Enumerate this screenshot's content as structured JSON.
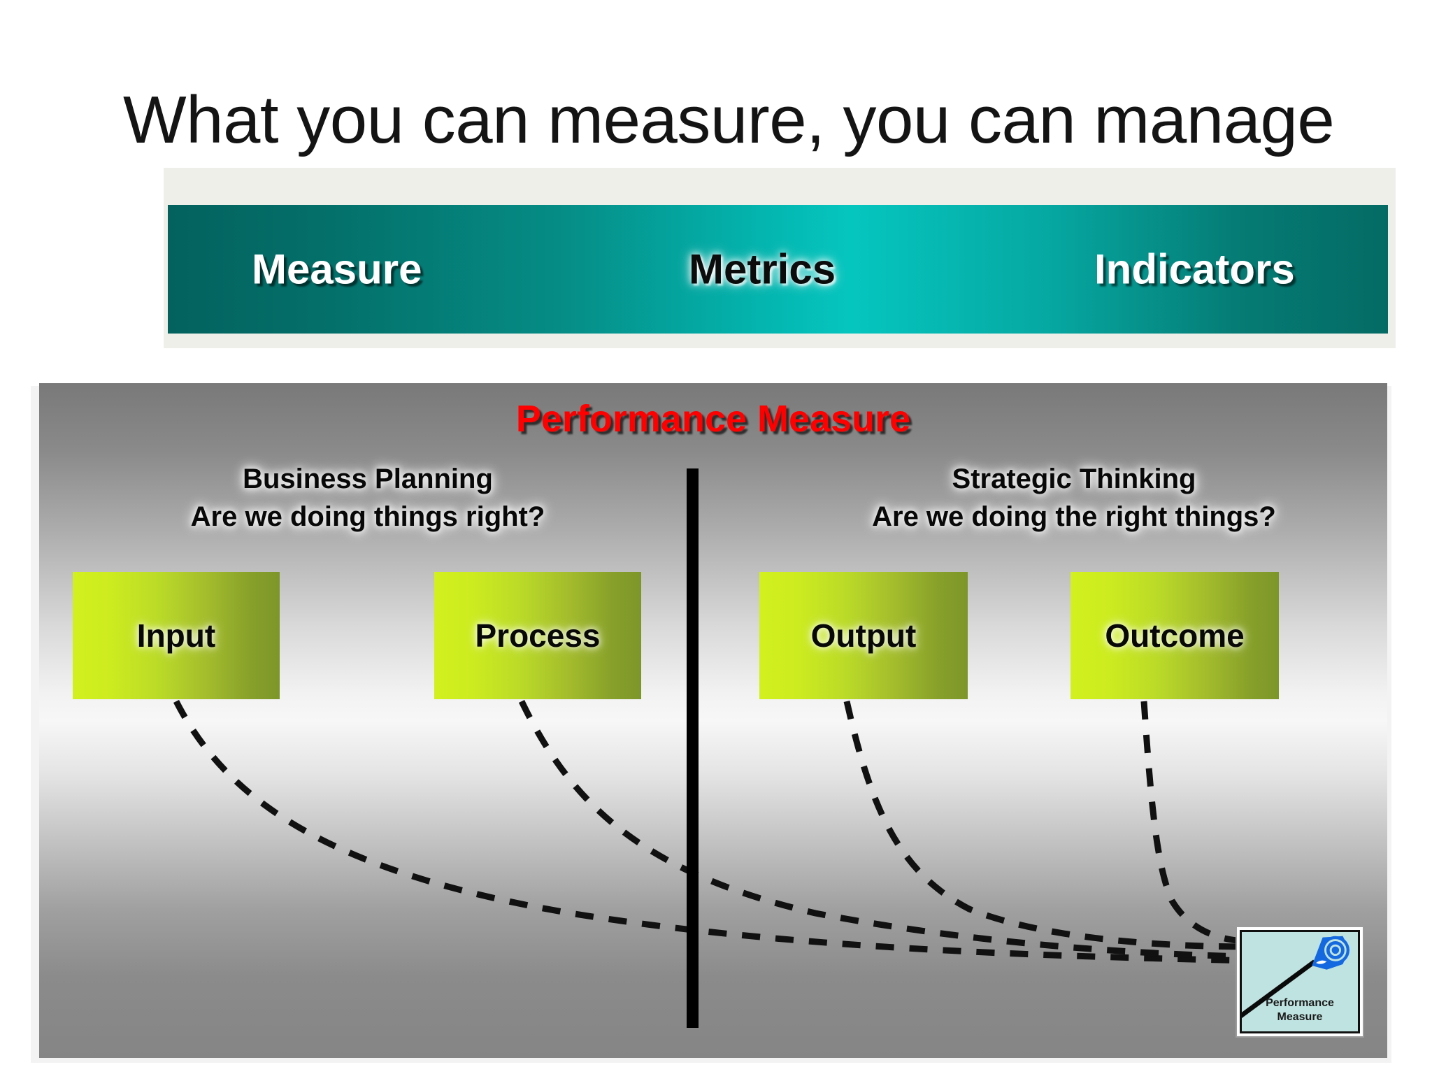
{
  "slide": {
    "title": "What you can measure, you can manage"
  },
  "banner": {
    "labels": [
      {
        "text": "Measure",
        "style": "light"
      },
      {
        "text": "Metrics",
        "style": "dark"
      },
      {
        "text": "Indicators",
        "style": "light"
      }
    ],
    "gradient_from": "#03625e",
    "gradient_mid": "#05c6bf",
    "gradient_to": "#046b64"
  },
  "panel": {
    "heading": "Performance Measure",
    "heading_color": "#ff0000",
    "columns": [
      {
        "title": "Business Planning",
        "question": "Are we doing things right?"
      },
      {
        "title": "Strategic Thinking",
        "question": "Are we doing the right things?"
      }
    ],
    "boxes": [
      {
        "label": "Input"
      },
      {
        "label": "Process"
      },
      {
        "label": "Output"
      },
      {
        "label": "Outcome"
      }
    ],
    "box_color_light": "#d2f01e",
    "box_color_dark": "#7d9629"
  },
  "clipart": {
    "caption_line1": "Performance",
    "caption_line2": "Measure",
    "background": "#bfe3e0",
    "accent": "#1569e0"
  }
}
